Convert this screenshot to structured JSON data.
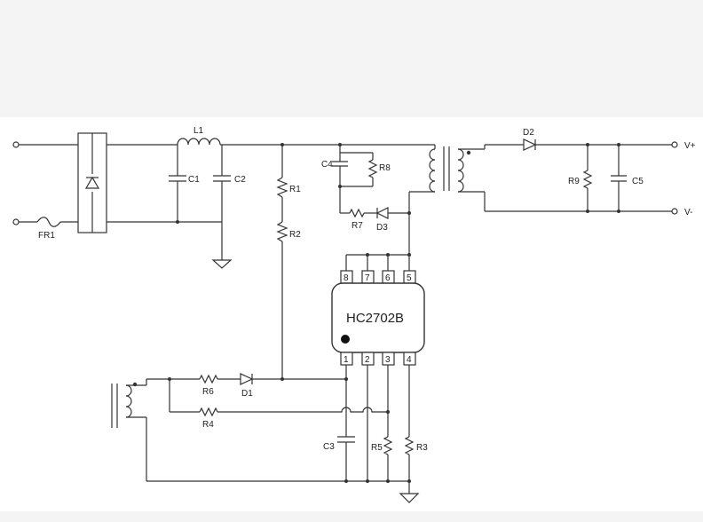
{
  "schematic": {
    "chip": {
      "name": "HC2702B",
      "pins_top": [
        "8",
        "7",
        "6",
        "5"
      ],
      "pins_bottom": [
        "1",
        "2",
        "3",
        "4"
      ]
    },
    "components": {
      "fr1": "FR1",
      "l1": "L1",
      "c1": "C1",
      "c2": "C2",
      "r1": "R1",
      "r2": "R2",
      "c4": "C4",
      "r8": "R8",
      "r7": "R7",
      "d3": "D3",
      "d2": "D2",
      "r9": "R9",
      "c5": "C5",
      "r6": "R6",
      "d1": "D1",
      "r4": "R4",
      "c3": "C3",
      "r5": "R5",
      "r3": "R3"
    },
    "terminals": {
      "vplus": "V+",
      "vminus": "V-"
    }
  }
}
